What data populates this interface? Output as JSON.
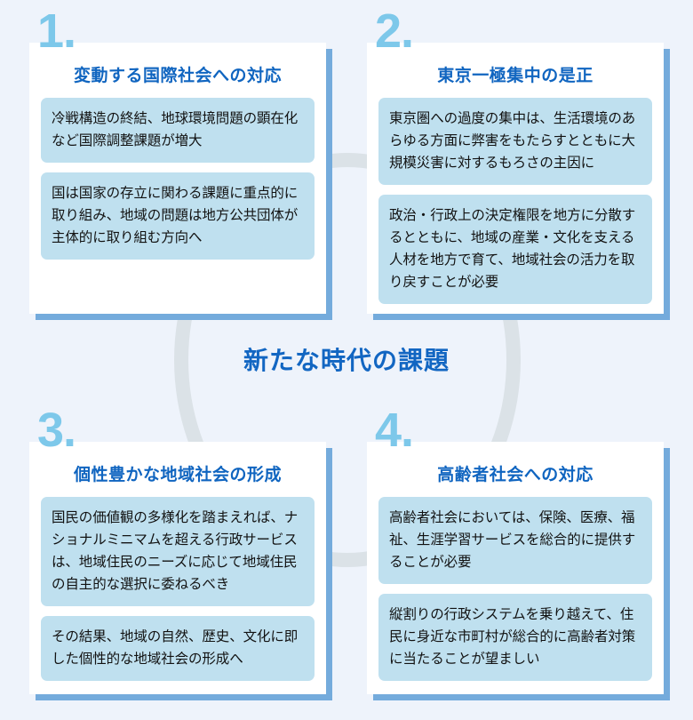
{
  "center": {
    "title": "新たな時代の課題",
    "ring_color": "#dbe2e7",
    "title_color": "#1266c2"
  },
  "theme": {
    "page_background": "#eef3fb",
    "card_background": "#ffffff",
    "card_shadow": "#74abdc",
    "number_color": "#7dc8ea",
    "heading_color": "#1065c0",
    "blurb_background": "#bfe0ef",
    "blurb_text": "#121212"
  },
  "cards": [
    {
      "number": "1.",
      "title": "変動する国際社会への対応",
      "blurbs": [
        "冷戦構造の終結、地球環境問題の顕在化など国際調整課題が増大",
        "国は国家の存立に関わる課題に重点的に取り組み、地域の問題は地方公共団体が主体的に取り組む方向へ"
      ]
    },
    {
      "number": "2.",
      "title": "東京一極集中の是正",
      "blurbs": [
        "東京圏への過度の集中は、生活環境のあらゆる方面に弊害をもたらすとともに大規模災害に対するもろさの主因に",
        "政治・行政上の決定権限を地方に分散するとともに、地域の産業・文化を支える人材を地方で育て、地域社会の活力を取り戻すことが必要"
      ]
    },
    {
      "number": "3.",
      "title": "個性豊かな地域社会の形成",
      "blurbs": [
        "国民の価値観の多様化を踏まえれば、ナショナルミニマムを超える行政サービスは、地域住民のニーズに応じて地域住民の自主的な選択に委ねるべき",
        "その結果、地域の自然、歴史、文化に即した個性的な地域社会の形成へ"
      ]
    },
    {
      "number": "4.",
      "title": "高齢者社会への対応",
      "blurbs": [
        "高齢者社会においては、保険、医療、福祉、生涯学習サービスを総合的に提供することが必要",
        "縦割りの行政システムを乗り越えて、住民に身近な市町村が総合的に高齢者対策に当たることが望ましい"
      ]
    }
  ]
}
